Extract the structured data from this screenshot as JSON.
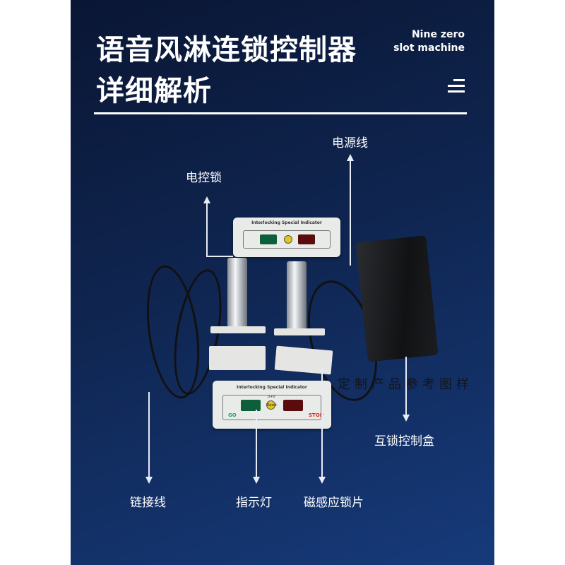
{
  "header": {
    "title_line1": "语音风淋连锁控制器",
    "title_line2": "详细解析",
    "brand_line1": "Nine zero",
    "brand_line2": "slot machine",
    "menu_icon": "menu-lines-icon"
  },
  "panel": {
    "heading": "Interlocking Special Indicator",
    "go": "GO",
    "stop": "STOP",
    "reset": "Reset",
    "count": "0+0"
  },
  "labels": {
    "power_cord": "电源线",
    "electric_lock": "电控锁",
    "interlock_box": "互锁控制盒",
    "link_cable": "链接线",
    "indicator": "指示灯",
    "magnetic_plate": "磁感应锁片"
  },
  "watermark": "定制产品参考图样",
  "colors": {
    "background_top": "#0a1634",
    "background_bottom": "#163a7a",
    "text": "#ffffff",
    "go_green": "#1aa66a",
    "stop_red": "#d22222"
  }
}
